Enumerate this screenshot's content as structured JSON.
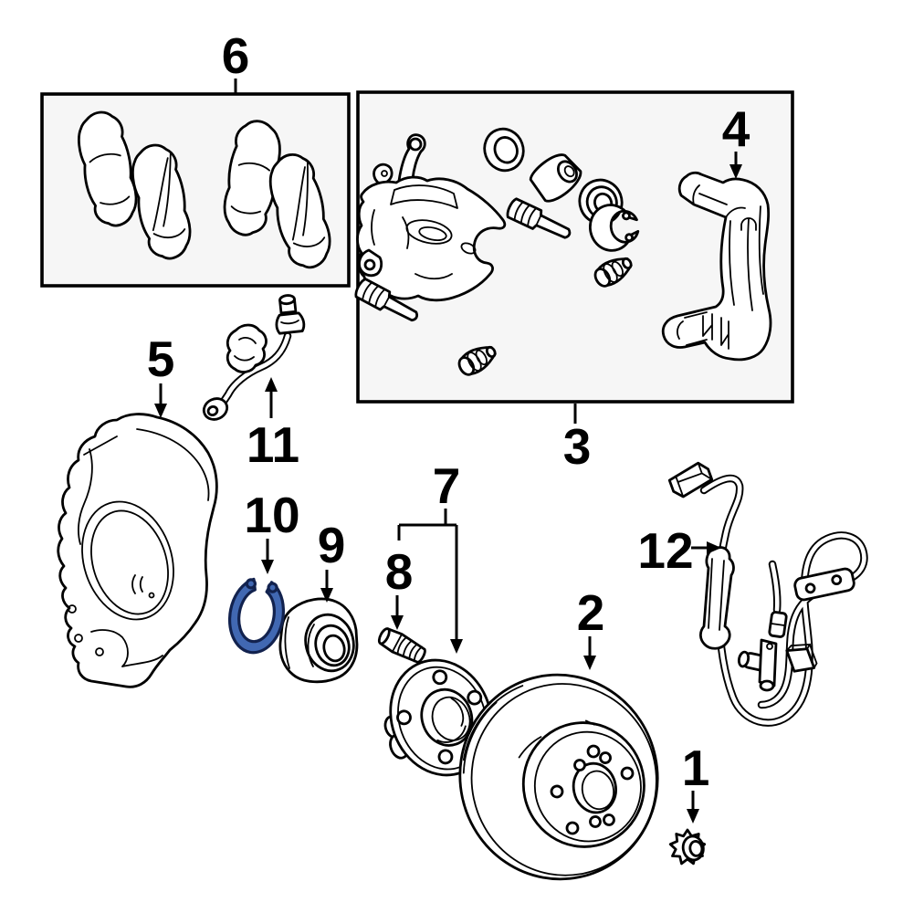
{
  "diagram": {
    "subject": "front-disc-brake-exploded-parts-diagram",
    "background_color": "#ffffff",
    "line_color": "#000000",
    "box_fill": "#f6f6f6",
    "highlight_color": "#4168B2",
    "highlight_outline": "#12224E",
    "highlighted_callout": "10",
    "callouts": [
      {
        "number": "1"
      },
      {
        "number": "2"
      },
      {
        "number": "3"
      },
      {
        "number": "4"
      },
      {
        "number": "5"
      },
      {
        "number": "6"
      },
      {
        "number": "7"
      },
      {
        "number": "8"
      },
      {
        "number": "9"
      },
      {
        "number": "10"
      },
      {
        "number": "11"
      },
      {
        "number": "12"
      }
    ]
  }
}
